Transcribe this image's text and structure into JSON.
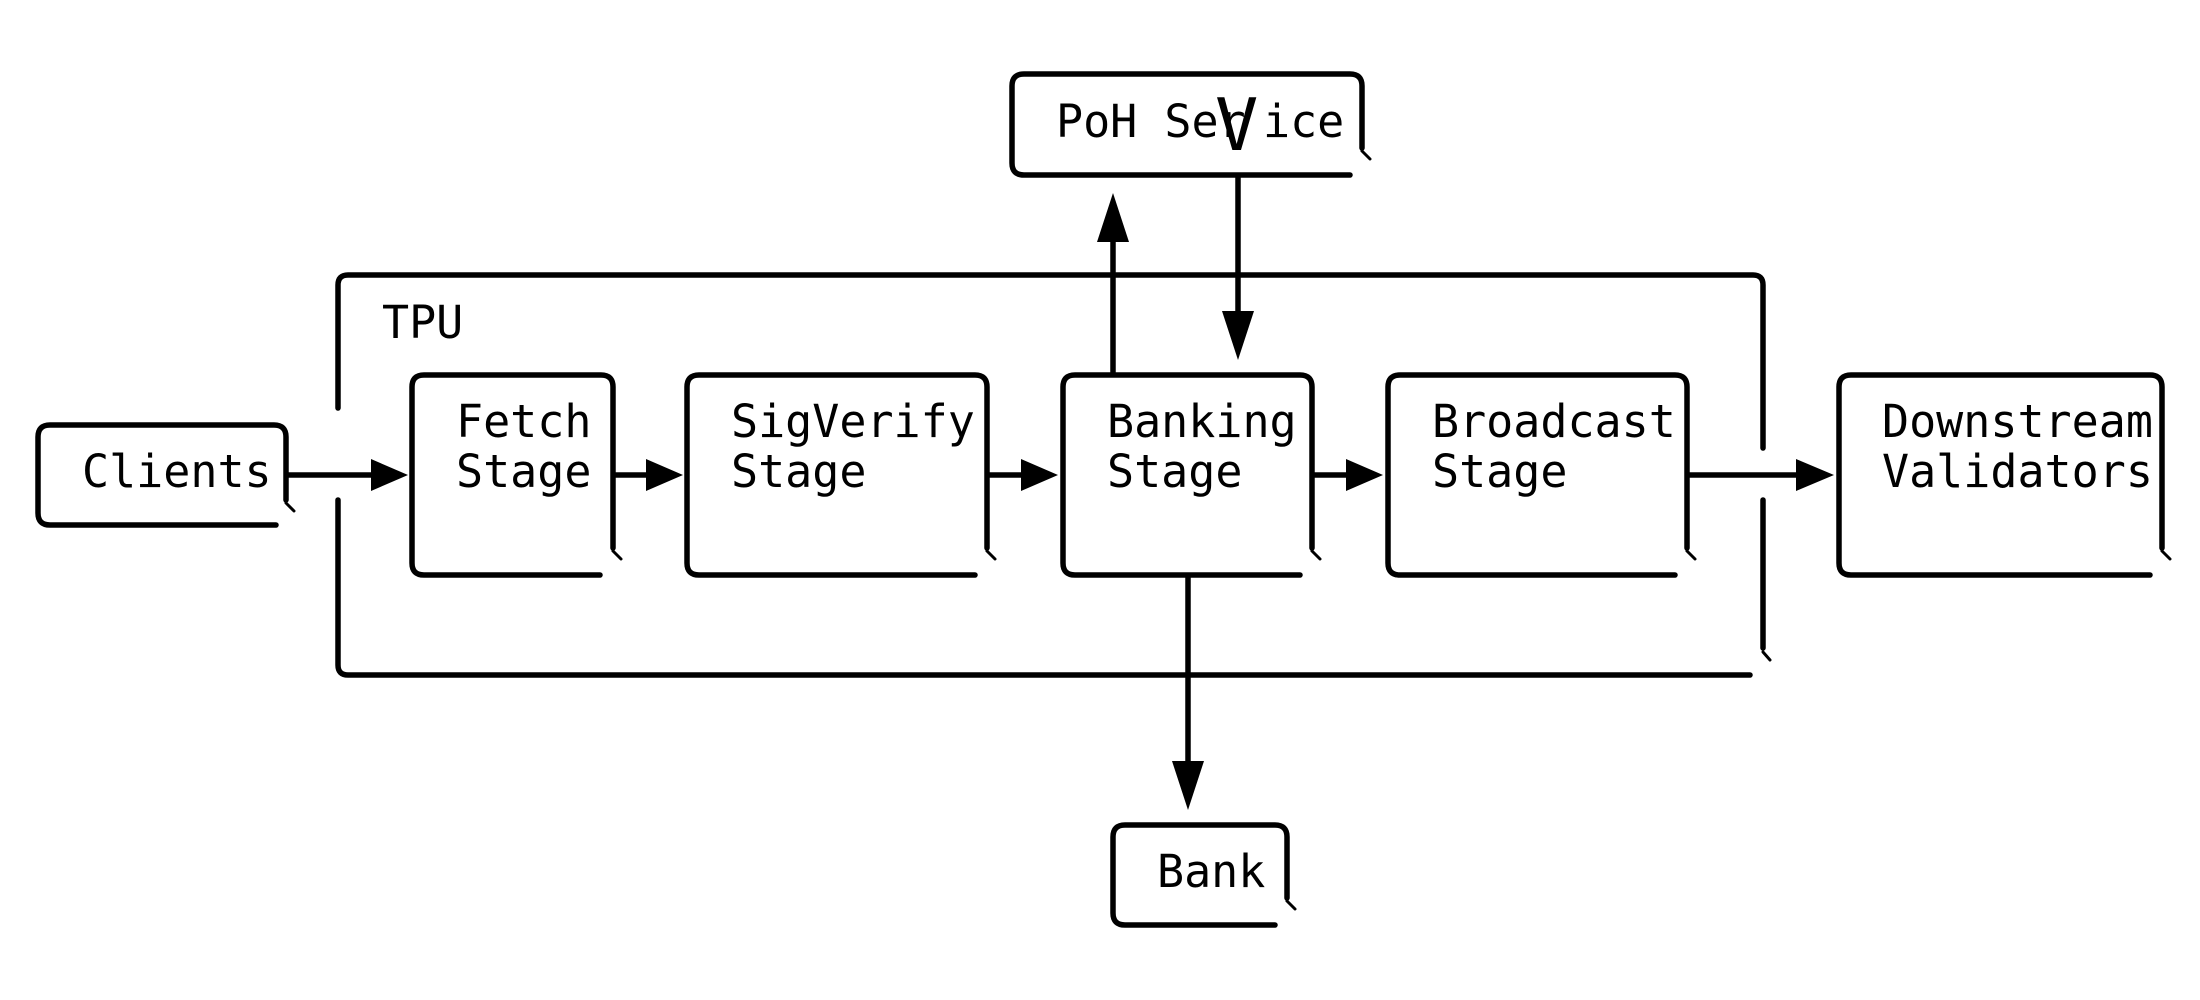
{
  "tpu": {
    "label": "TPU"
  },
  "nodes": {
    "clients": {
      "lines": [
        "Clients"
      ]
    },
    "fetch_stage": {
      "lines": [
        "Fetch",
        "Stage"
      ]
    },
    "sigverify_stage": {
      "lines": [
        "SigVerify",
        "Stage"
      ]
    },
    "banking_stage": {
      "lines": [
        "Banking",
        "Stage"
      ]
    },
    "broadcast_stage": {
      "lines": [
        "Broadcast",
        "Stage"
      ]
    },
    "downstream_validators": {
      "lines": [
        "Downstream",
        "Validators"
      ]
    },
    "poh_service": {
      "lines": [
        "PoH Ser",
        "ice"
      ],
      "overlay_glyph": "V"
    },
    "bank": {
      "lines": [
        "Bank"
      ]
    }
  },
  "colors": {
    "stroke": "#000000",
    "background": "#ffffff"
  }
}
